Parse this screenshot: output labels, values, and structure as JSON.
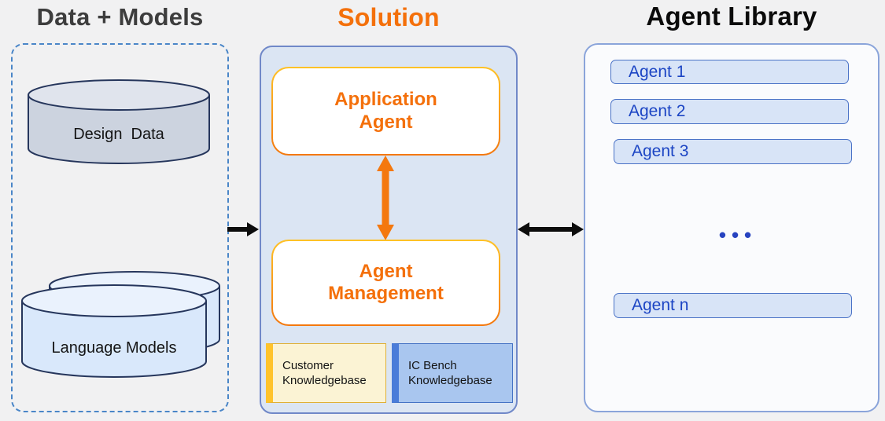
{
  "colors": {
    "accent_orange": "#F4700B",
    "title_gray": "#3D3D3D",
    "solution_panel_fill": "#DBE5F3",
    "solution_panel_border": "#7088C8",
    "library_panel_border": "#8AA4DA",
    "dashed_border_blue": "#4A86C8",
    "agent_row_fill": "#D8E4F7",
    "agent_text_blue": "#1C45C4",
    "kb_yellow_accent": "#FFC32B",
    "kb_yellow_fill": "#FBF3D4",
    "kb_blue_accent": "#4A7CD9",
    "kb_blue_fill": "#A9C6EF",
    "cylinder_gray_fill": "#CCD3DF",
    "cylinder_blue_fill": "#D9E8FB",
    "arrow_black": "#0D0D0D"
  },
  "panels": {
    "data_models": {
      "title": "Data + Models",
      "design_data_label": "Design  Data",
      "language_models_label": "Language Models"
    },
    "solution": {
      "title": "Solution",
      "application_agent_label": "Application Agent",
      "agent_management_label": "Agent Management",
      "knowledgebases": [
        {
          "label": "Customer Knowledgebase"
        },
        {
          "label": "IC Bench Knowledgebase"
        }
      ]
    },
    "agent_library": {
      "title": "Agent Library",
      "agents": [
        {
          "label": "Agent 1"
        },
        {
          "label": "Agent 2"
        },
        {
          "label": "Agent 3"
        }
      ],
      "ellipsis": "•••",
      "agent_n": {
        "label": "Agent n"
      }
    }
  }
}
